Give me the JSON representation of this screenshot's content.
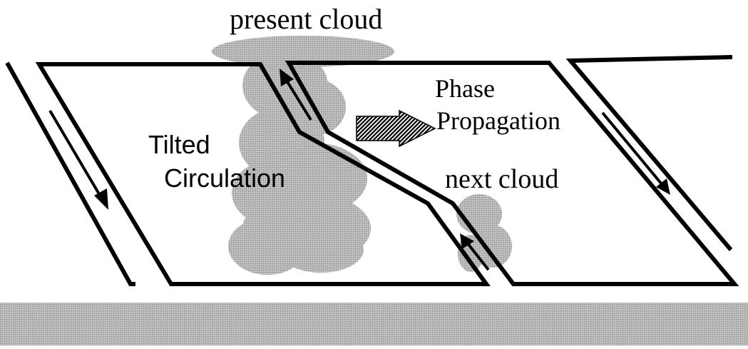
{
  "labels": {
    "present_cloud": "present cloud",
    "tilted_line1": "Tilted",
    "tilted_line2": "Circulation",
    "phase_line1": "Phase",
    "phase_line2": "Propagation",
    "next_cloud": "next cloud"
  },
  "colors": {
    "line": "#000000",
    "cloud": "#a6a6a6",
    "ground": "#bdbdbd",
    "background": "#ffffff"
  }
}
